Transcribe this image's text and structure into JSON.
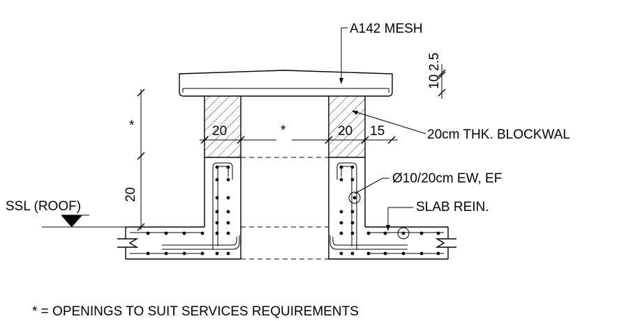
{
  "labels": {
    "mesh": "A142 MESH",
    "blockwall": "20cm THK. BLOCKWAL",
    "bars": "Ø10/20cm EW, EF",
    "slab_rein": "SLAB REIN.",
    "ssl": "SSL (ROOF)",
    "note": "* = OPENINGS TO SUIT SERVICES REQUIREMENTS"
  },
  "dimensions": {
    "wall_left": "20",
    "opening": "*",
    "wall_right": "20",
    "offset": "15",
    "height_upper": "*",
    "height_lower": "20",
    "cover_thk": "10",
    "cover_gap": "2.5"
  }
}
